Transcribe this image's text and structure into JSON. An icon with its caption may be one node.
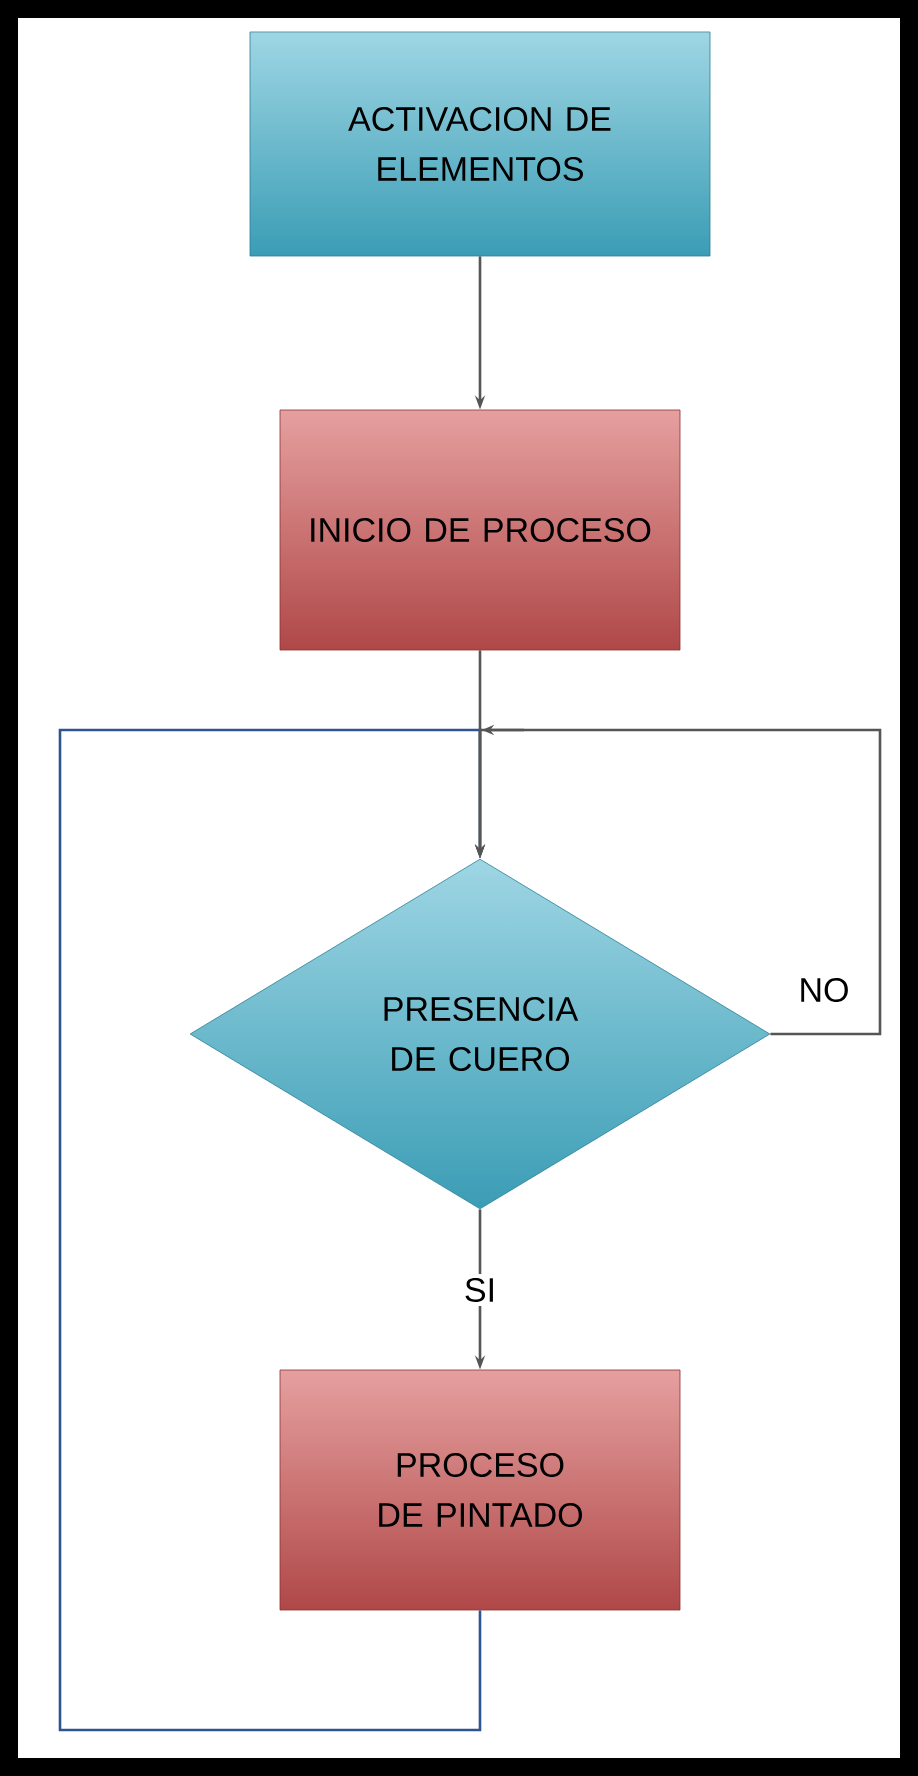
{
  "diagram": {
    "nodes": [
      {
        "text": [
          "ACTIVACION DE ELEMENTOS"
        ]
      },
      {
        "text": [
          "INICIO DE PROCESO"
        ]
      },
      {
        "text": [
          "PRESENCIA DE CUERO"
        ]
      },
      {
        "text": [
          "PROCESO DE PINTADO"
        ]
      }
    ],
    "edges": [
      {
        "from": 0,
        "to": 1,
        "arrow": "to"
      },
      {
        "from": 1,
        "to": 2,
        "arrow": "to"
      },
      {
        "from": 2,
        "to": 2,
        "arrow": "to",
        "label": "NO"
      },
      {
        "from": 2,
        "to": 3,
        "arrow": "to",
        "label": "SI"
      },
      {
        "from": 3,
        "to": 2,
        "arrow": "to",
        "color": "#2f5590"
      }
    ]
  }
}
